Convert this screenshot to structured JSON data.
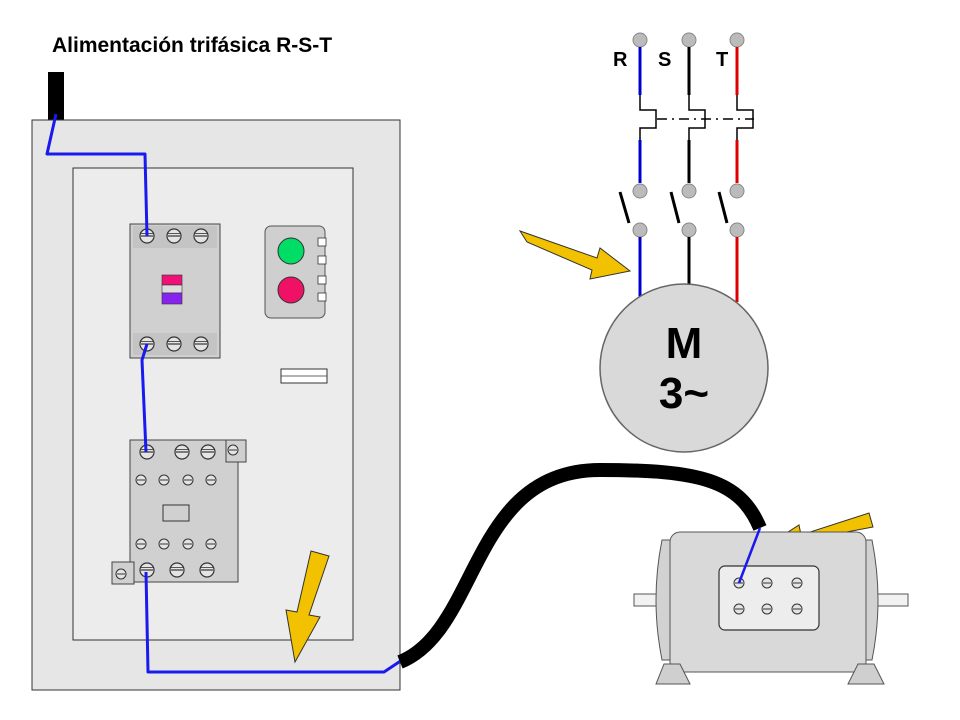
{
  "title": "Alimentación trifásica R-S-T",
  "phases": {
    "r": "R",
    "s": "S",
    "t": "T"
  },
  "motor": {
    "letter": "M",
    "phase_count": "3~"
  },
  "colors": {
    "r_phase": "#0000cc",
    "s_phase": "#000000",
    "t_phase": "#dd0000",
    "wire": "#1a1aee",
    "arrow": "#f2c200",
    "panel": "#e6e6e6",
    "motor_body": "#d9d9d9",
    "green_button": "#00dd66",
    "red_button": "#ee1166"
  }
}
